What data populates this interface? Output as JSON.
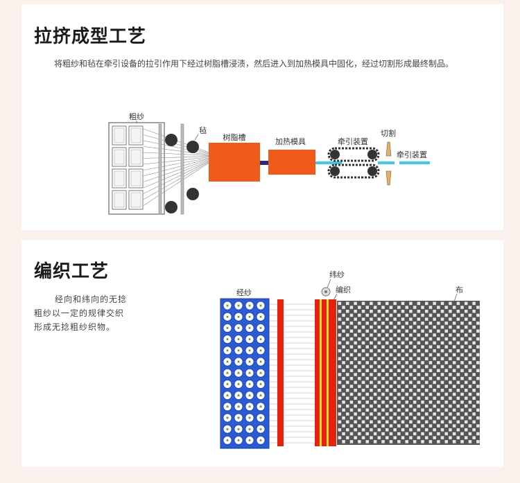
{
  "pultrusion": {
    "title": "拉挤成型工艺",
    "description": "将粗纱和毡在牵引设备的拉引作用下经过树脂槽浸渍，然后进入到加热模具中固化，经过切割形成最终制品。",
    "labels": {
      "roving": "粗纱",
      "mat": "毡",
      "resin_tank": "树脂槽",
      "heated_die": "加热模具",
      "puller": "牵引装置",
      "cutting": "切割",
      "puller2": "牵引装置"
    }
  },
  "weaving": {
    "title": "编织工艺",
    "description_lines": [
      "经向和纬向的无捻",
      "粗纱以一定的规律交织",
      "形成无捻粗纱织物。"
    ],
    "labels": {
      "warp": "经纱",
      "weft": "纬纱",
      "weave": "编织",
      "cloth": "布"
    }
  },
  "colors": {
    "page_bg": "#fbf1ec",
    "resin_orange": "#f05a1a",
    "creel_blue": "#2a5bd7",
    "beam_red": "#e8200e",
    "yarn_yellow": "#f4e21a",
    "cyan_product": "#3cc8f0"
  }
}
